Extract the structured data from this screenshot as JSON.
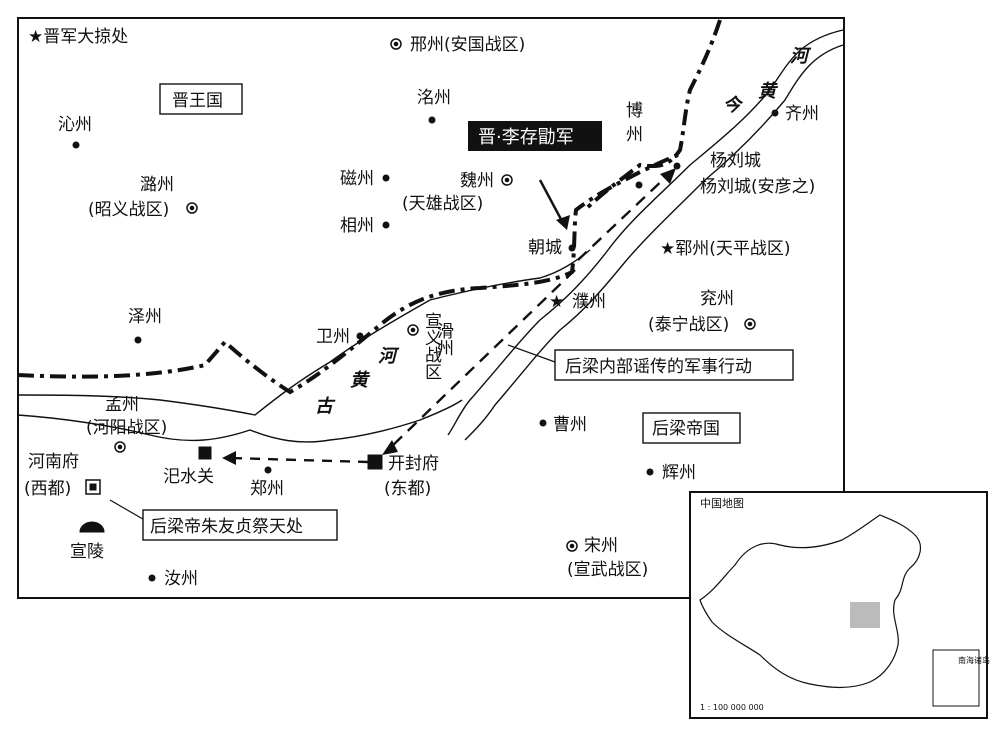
{
  "legend": {
    "star_note": "★晋军大掠处"
  },
  "labels": {
    "jin_state": "晋王国",
    "liang_state": "后梁帝国",
    "li_army": "晋·李存勖军",
    "rumor": "后梁内部谣传的军事行动",
    "zhu_sacrifice": "后梁帝朱友贞祭天处"
  },
  "places": {
    "xingzhou": "邢州(安国战区)",
    "mingzhou": "洺州",
    "qinzhou": "沁州",
    "luzhou": "潞州",
    "zhaoyi": "(昭义战区)",
    "cizhou": "磁州",
    "xiangzhou": "相州",
    "weizhou_a": "魏州",
    "tianxiong": "(天雄战区)",
    "zhaocheng": "朝城",
    "bozhou_a": "博",
    "bozhou_b": "州",
    "qizhou": "齐州",
    "yangliu1": "杨刘城",
    "yangliu2": "杨刘城(安彦之)",
    "yunzhou": "★郓州(天平战区)",
    "puzhou": "濮州",
    "yanzhou": "兖州",
    "taining": "(泰宁战区)",
    "zezhou": "泽州",
    "weizhou_b": "卫州",
    "huazhou": "滑州",
    "xuanyi": "宣义战区",
    "caozhou": "曹州",
    "mengzhou": "孟州",
    "heyang": "(河阳战区)",
    "henanfu": "河南府",
    "xidu": "(西都)",
    "sishuiguan": "汜水关",
    "zhengzhou": "郑州",
    "kaifeng": "开封府",
    "dongdu": "(东都)",
    "huizhou": "辉州",
    "xuanling": "宣陵",
    "ruzhou": "汝州",
    "songzhou": "宋州",
    "xuanwu": "(宣武战区)"
  },
  "rivers": {
    "jin_a": "今",
    "jin_b": "黄",
    "jin_c": "河",
    "gu_a": "古",
    "gu_b": "黄",
    "gu_c": "河"
  },
  "inset": {
    "title": "中国地图",
    "scale": "1 : 100 000 000",
    "note": "南海诸岛"
  }
}
